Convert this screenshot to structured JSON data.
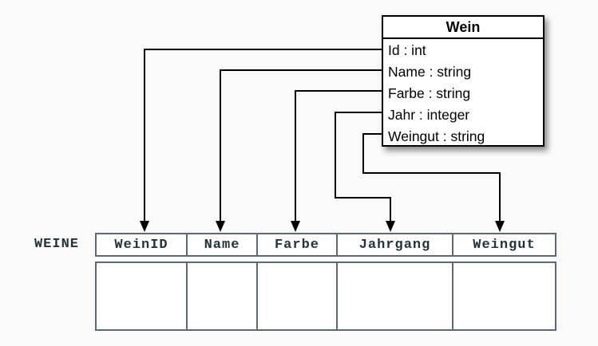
{
  "class_box": {
    "title": "Wein",
    "attributes": [
      "Id : int",
      "Name : string",
      "Farbe : string",
      "Jahr : integer",
      "Weingut : string"
    ]
  },
  "table": {
    "label": "WEINE",
    "columns": [
      "WeinID",
      "Name",
      "Farbe",
      "Jahrgang",
      "Weingut"
    ],
    "body_rows": 1,
    "body_cells_empty": true
  },
  "mappings": [
    {
      "from": "Id",
      "to": "WeinID"
    },
    {
      "from": "Name",
      "to": "Name"
    },
    {
      "from": "Farbe",
      "to": "Farbe"
    },
    {
      "from": "Jahr",
      "to": "Jahrgang"
    },
    {
      "from": "Weingut",
      "to": "Weingut"
    }
  ],
  "colors": {
    "canvas_bg": "#fafafa",
    "box_fill": "#ffffff",
    "box_border": "#000000",
    "arrow_color": "#000000",
    "table_border": "#5a6a72",
    "table_text": "#263238"
  }
}
